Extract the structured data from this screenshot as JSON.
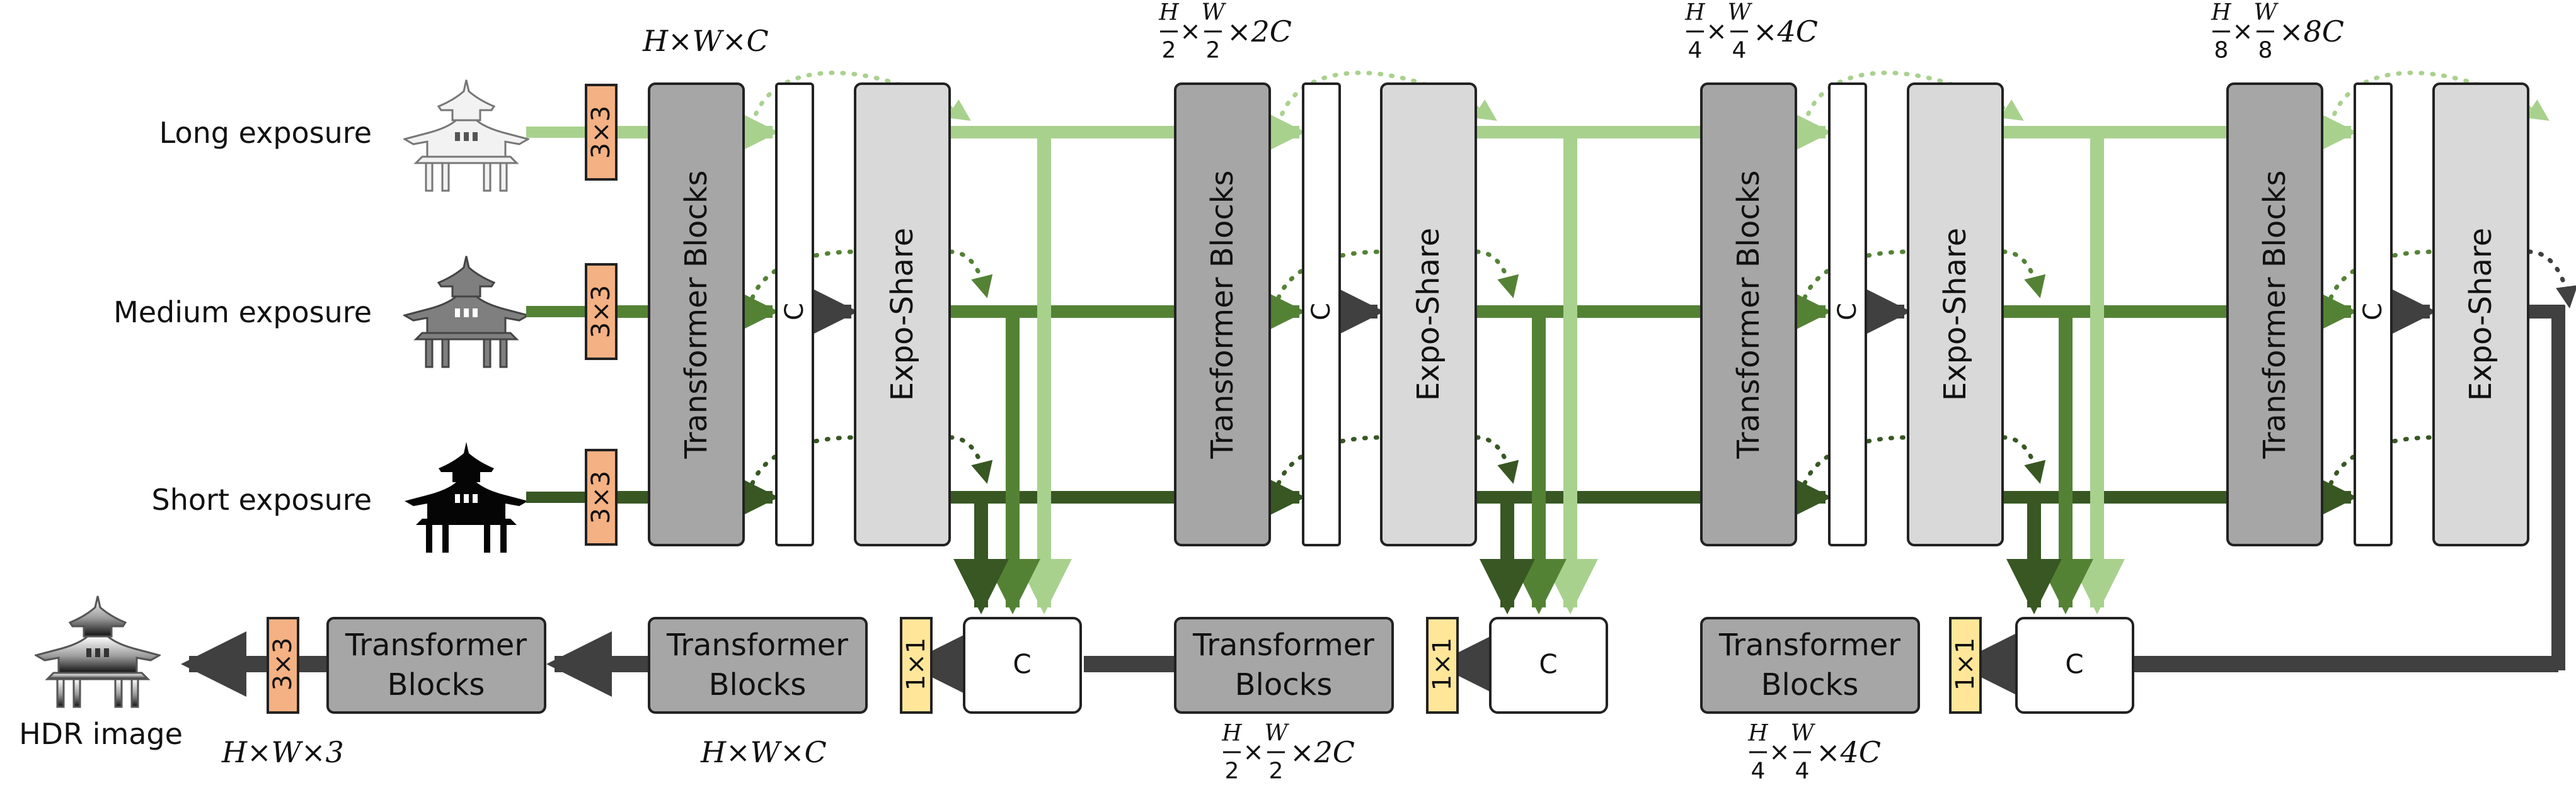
{
  "inputs": {
    "long": "Long exposure",
    "medium": "Medium exposure",
    "short": "Short exposure"
  },
  "output": "HDR image",
  "conv3": "3×3",
  "conv1": "1×1",
  "concat": "C",
  "transformer_vertical": "Transformer Blocks",
  "transformer_line1": "Transformer",
  "transformer_line2": "Blocks",
  "exposhare": "Expo-Share",
  "dims": {
    "s1": "H×W×C",
    "s2": "×2C",
    "s3": "×4C",
    "s4": "×8C",
    "out": "H×W×3",
    "d1": "H×W×C",
    "d2": "×2C",
    "d3": "×4C"
  },
  "frac": {
    "H": "H",
    "W": "W",
    "den2": "2",
    "den4": "4",
    "den8": "8",
    "times": "×"
  },
  "colors": {
    "light": "#a9d18e",
    "mid": "#548235",
    "dark": "#385723",
    "gray": "#404040",
    "transformer": "#a6a6a6",
    "exposhare": "#d9d9d9",
    "conv3": "#f4b183",
    "conv1": "#ffe699"
  }
}
